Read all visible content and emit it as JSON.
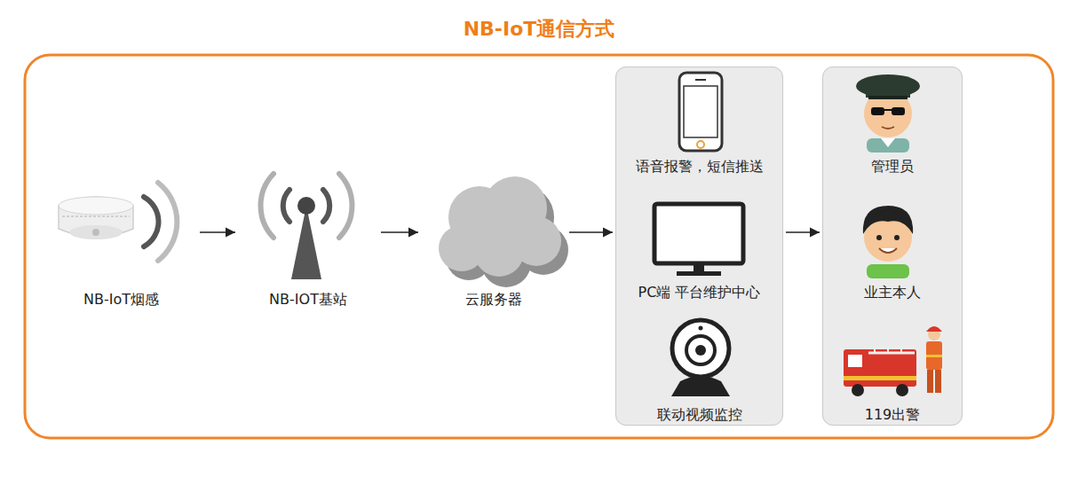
{
  "diagram": {
    "title": "NB-IoT通信方式",
    "nodes": [
      {
        "text": [
          "NB-IoT烟感"
        ]
      },
      {
        "text": [
          "NB-IOT基站"
        ]
      },
      {
        "text": [
          "云服务器"
        ]
      },
      {
        "text": []
      },
      {
        "text": [
          "语音报警，短信推送"
        ],
        "in": 3
      },
      {
        "text": [
          "PC端 平台维护中心"
        ],
        "in": 3
      },
      {
        "text": [
          "联动视频监控"
        ],
        "in": 3
      },
      {
        "text": []
      },
      {
        "text": [
          "管理员"
        ],
        "in": 7
      },
      {
        "text": [
          "业主本人"
        ],
        "in": 7
      },
      {
        "text": [
          "119出警"
        ],
        "in": 7
      }
    ],
    "edges": [
      {
        "from": 0,
        "to": 1,
        "arrow": "to"
      },
      {
        "from": 1,
        "to": 2,
        "arrow": "to"
      },
      {
        "from": 2,
        "to": 3,
        "arrow": "to"
      },
      {
        "from": 3,
        "to": 7,
        "arrow": "to"
      }
    ]
  }
}
